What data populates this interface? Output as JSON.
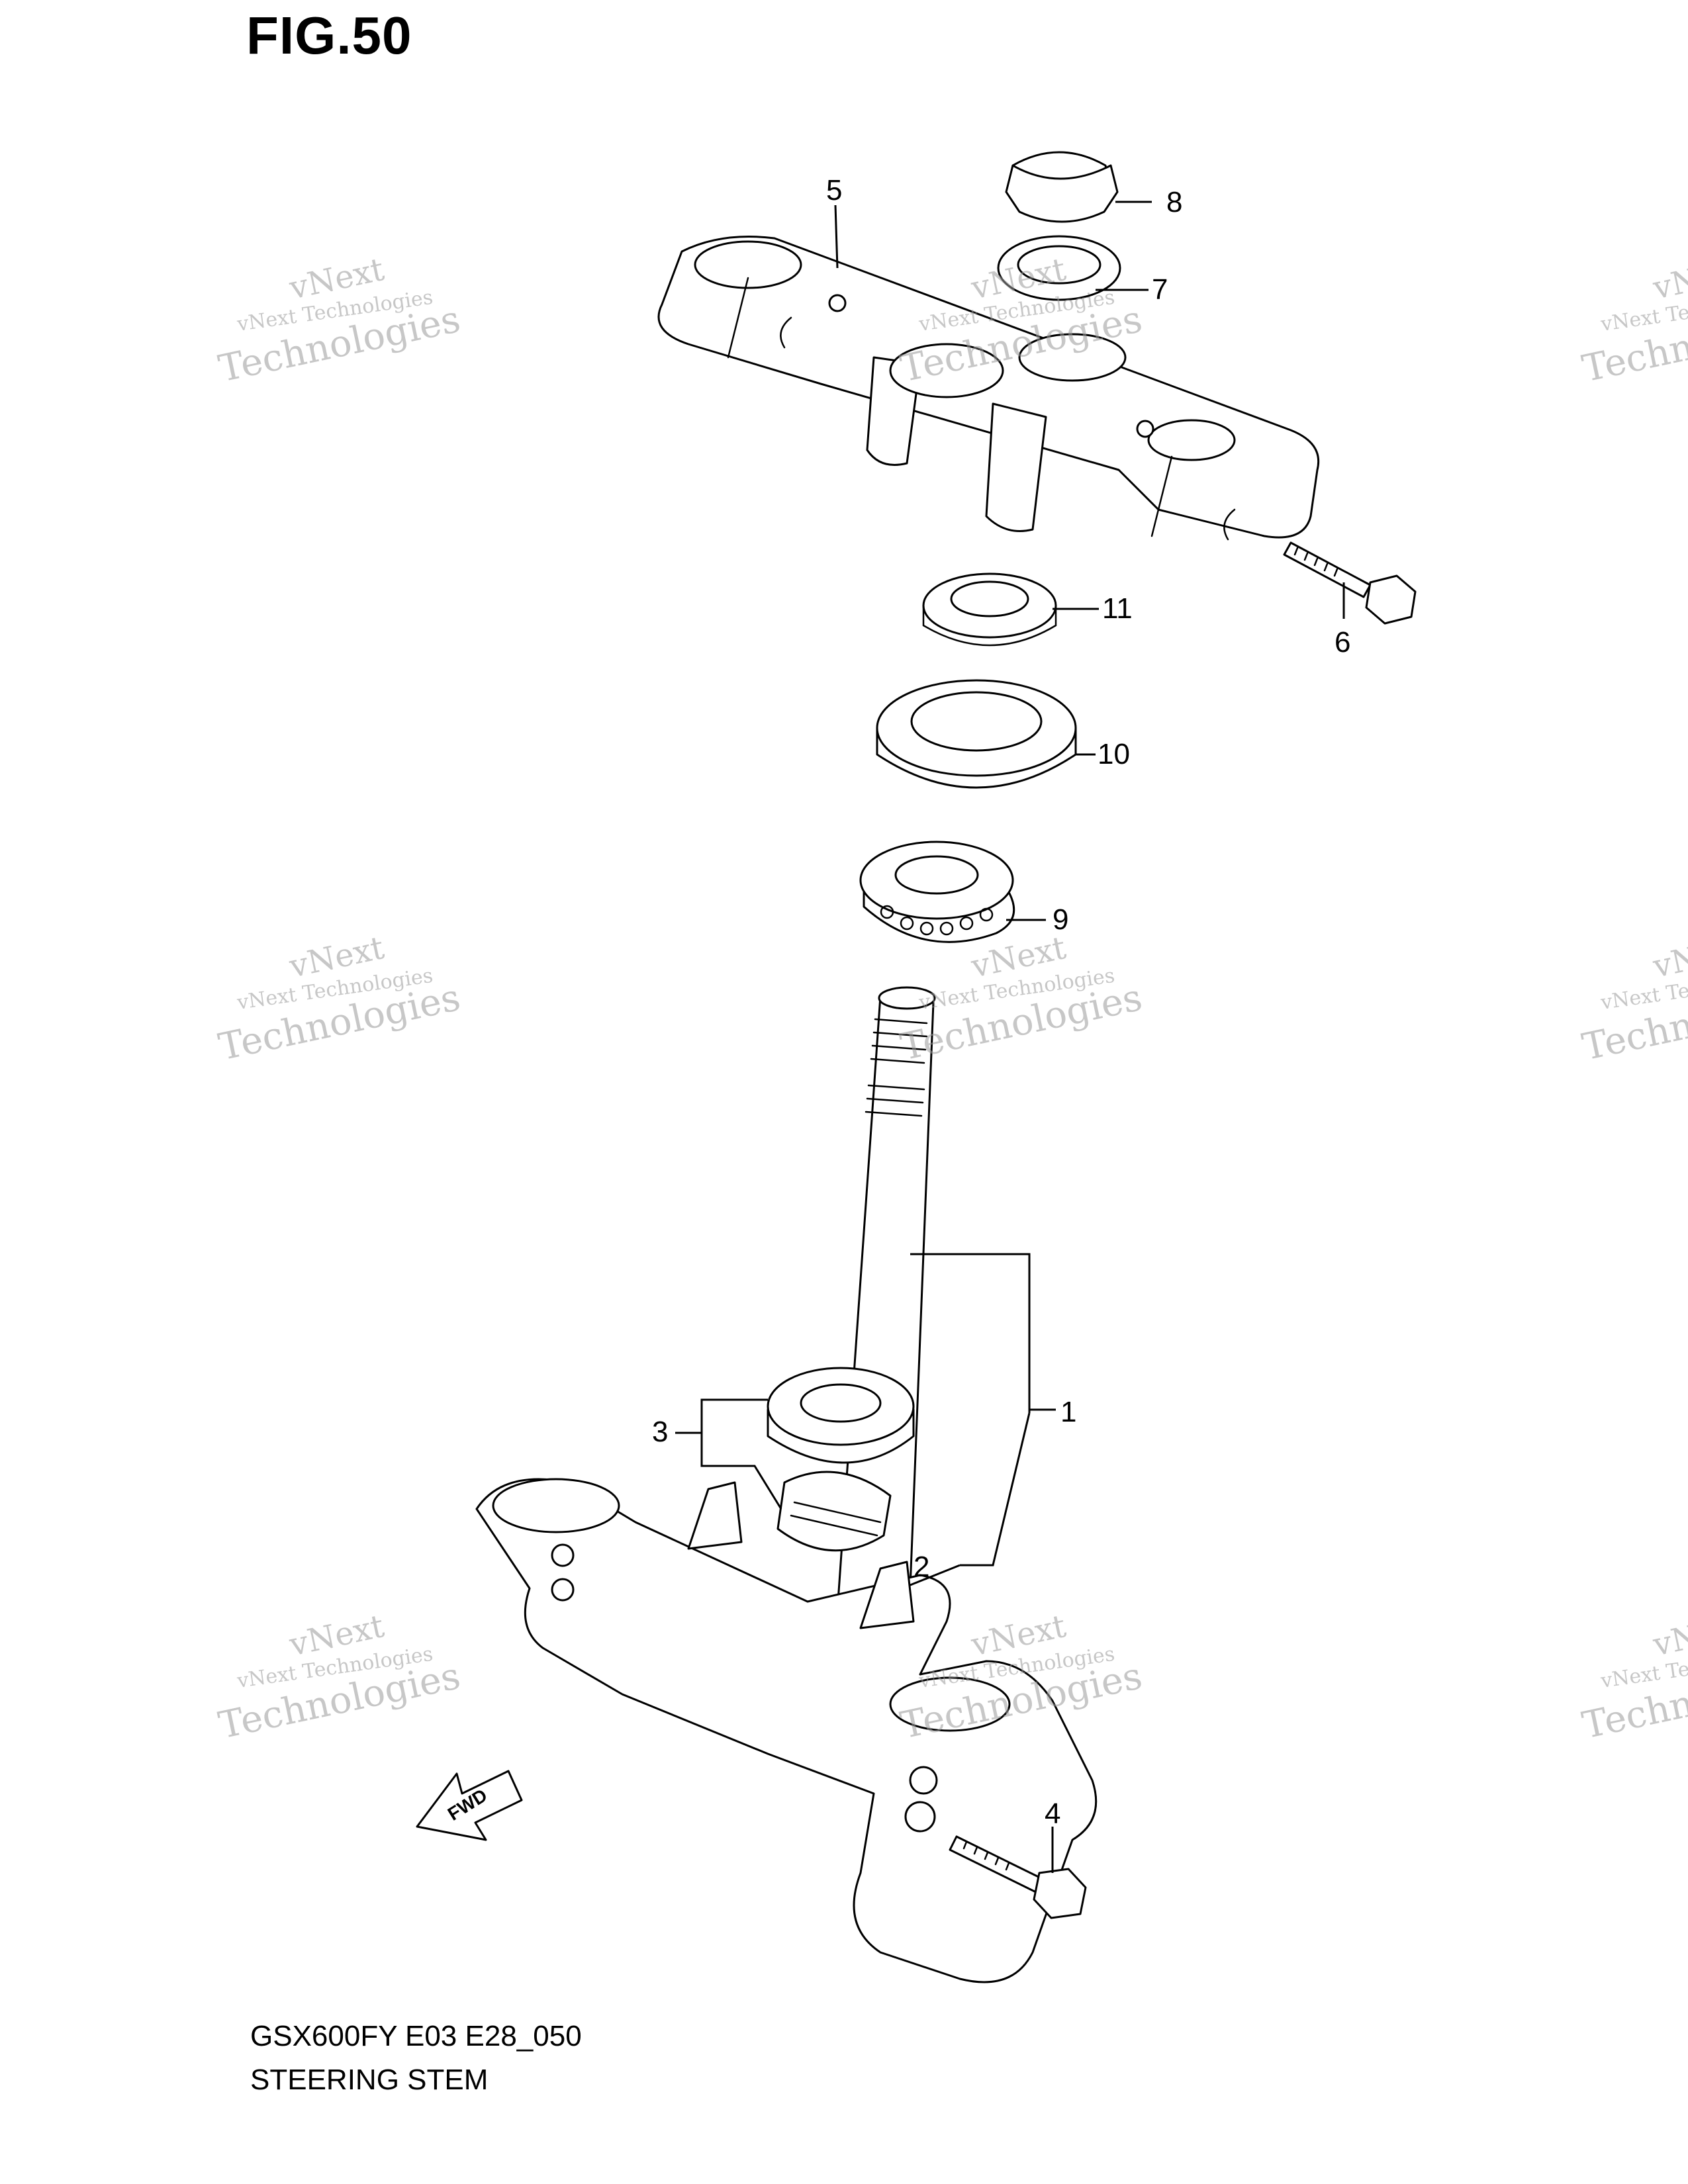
{
  "figure": {
    "title": "FIG.50",
    "model_code": "GSX600FY E03 E28_050",
    "name": "STEERING STEM"
  },
  "callouts": [
    "1",
    "2",
    "3",
    "4",
    "5",
    "6",
    "7",
    "8",
    "9",
    "10",
    "11"
  ],
  "fwd_label": "FWD",
  "watermark": {
    "line1": "vNext Technologies",
    "line2": "vNext",
    "line3": "Technologies"
  },
  "colors": {
    "ink": "#000000",
    "paper": "#ffffff",
    "watermark": "#9a9a9a"
  }
}
